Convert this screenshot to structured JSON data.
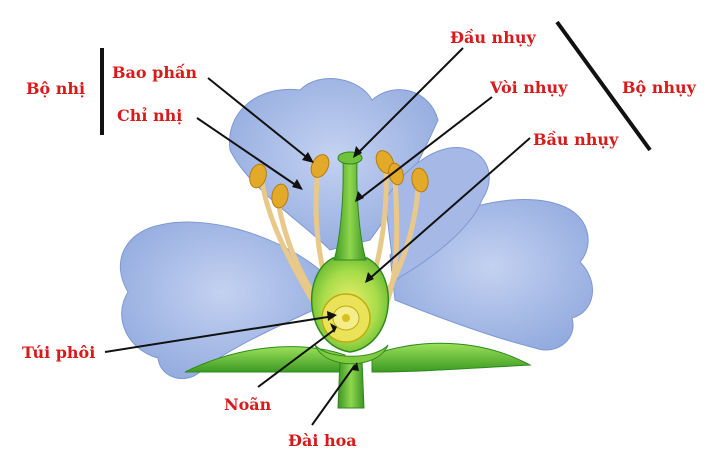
{
  "colors": {
    "label": "#d81a1a",
    "leader_line": "#111111",
    "petal": "#93abdf",
    "petal_shade": "#7f98d3",
    "stem": "#4fae2c",
    "stem_dark": "#2f8a1e",
    "stamen_filament": "#e8c98a",
    "anther": "#e3a928",
    "ovule": "#e2d23a"
  },
  "labels": {
    "stamen_group": "Bộ nhị",
    "anther": "Bao phấn",
    "filament": "Chỉ nhị",
    "stigma": "Đầu nhụy",
    "style": "Vòi nhụy",
    "pistil_group": "Bộ nhụy",
    "ovary": "Bầu nhụy",
    "embryo_sac": "Túi phôi",
    "ovule": "Noãn",
    "receptacle": "Đài hoa"
  }
}
